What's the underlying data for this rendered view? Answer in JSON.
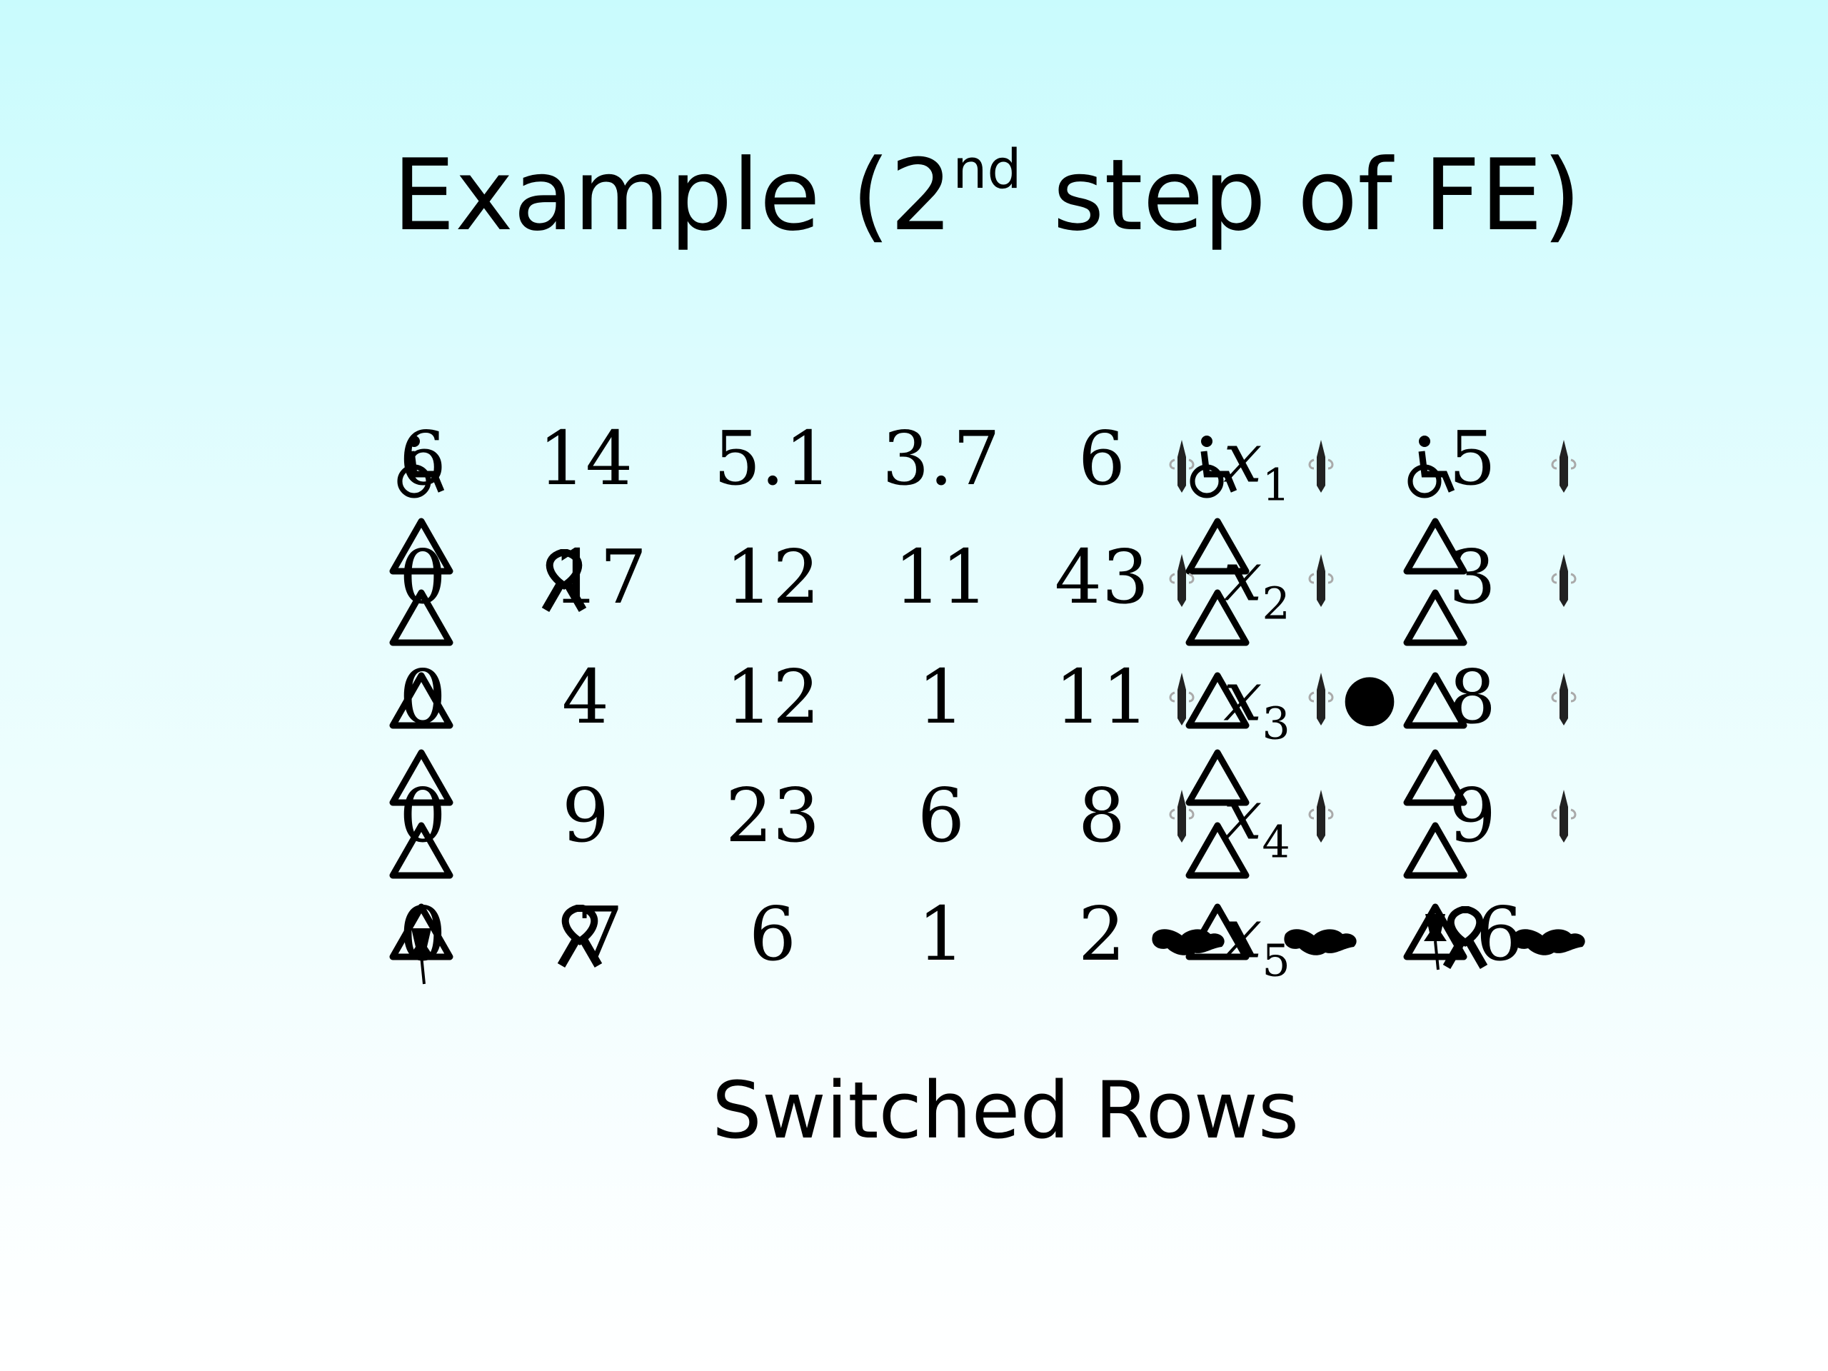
{
  "slide": {
    "title_main": "Example (2",
    "title_sup": "nd",
    "title_rest": " step of FE)",
    "caption": "Switched Rows"
  },
  "matrix": {
    "rows": [
      [
        "6",
        "14",
        "5.1",
        "3.7",
        "6"
      ],
      [
        "0",
        "17",
        "12",
        "11",
        "43"
      ],
      [
        "0",
        "4",
        "12",
        "1",
        "11"
      ],
      [
        "0",
        "9",
        "23",
        "6",
        "8"
      ],
      [
        "0",
        "7",
        "6",
        "1",
        "2"
      ]
    ]
  },
  "unknowns": {
    "var": "x",
    "subs": [
      "1",
      "2",
      "3",
      "4",
      "5"
    ]
  },
  "rhs": {
    "values": [
      "5",
      "3",
      "8",
      "9",
      "6"
    ]
  },
  "equals_sign": "●",
  "icons": [
    "wheelchair-icon",
    "triangle-icon",
    "ribbon-icon",
    "pen-icon",
    "world-map-icon",
    "pushpin-icon"
  ]
}
